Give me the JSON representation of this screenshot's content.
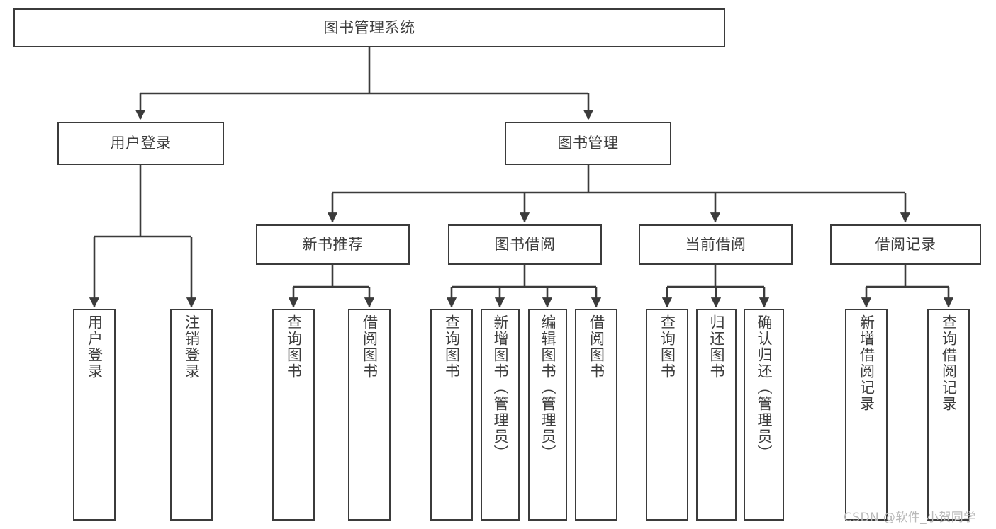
{
  "diagram": {
    "title": "图书管理系统",
    "watermark": "CSDN @软件_小贺同学",
    "colors": {
      "box_border": "#3b3b3b",
      "box_fill": "#ffffff",
      "edge": "#3b3b3b",
      "text": "#3d3d3d",
      "background": "#ffffff",
      "watermark": "#b9b9b9"
    },
    "root": {
      "label": "图书管理系统"
    },
    "level1": [
      {
        "label": "用户登录"
      },
      {
        "label": "图书管理"
      }
    ],
    "level2": [
      {
        "label": "新书推荐"
      },
      {
        "label": "图书借阅"
      },
      {
        "label": "当前借阅"
      },
      {
        "label": "借阅记录"
      }
    ],
    "leaves": {
      "user_login": [
        {
          "label": "用户登录"
        },
        {
          "label": "注销登录"
        }
      ],
      "new_book": [
        {
          "label": "查询图书"
        },
        {
          "label": "借阅图书"
        }
      ],
      "book_borrow": [
        {
          "label": "查询图书"
        },
        {
          "label": "新增图书（管理员）"
        },
        {
          "label": "编辑图书（管理员）"
        },
        {
          "label": "借阅图书"
        }
      ],
      "current_borrow": [
        {
          "label": "查询图书"
        },
        {
          "label": "归还图书"
        },
        {
          "label": "确认归还（管理员）"
        }
      ],
      "borrow_record": [
        {
          "label": "新增借阅记录"
        },
        {
          "label": "查询借阅记录"
        }
      ]
    }
  }
}
